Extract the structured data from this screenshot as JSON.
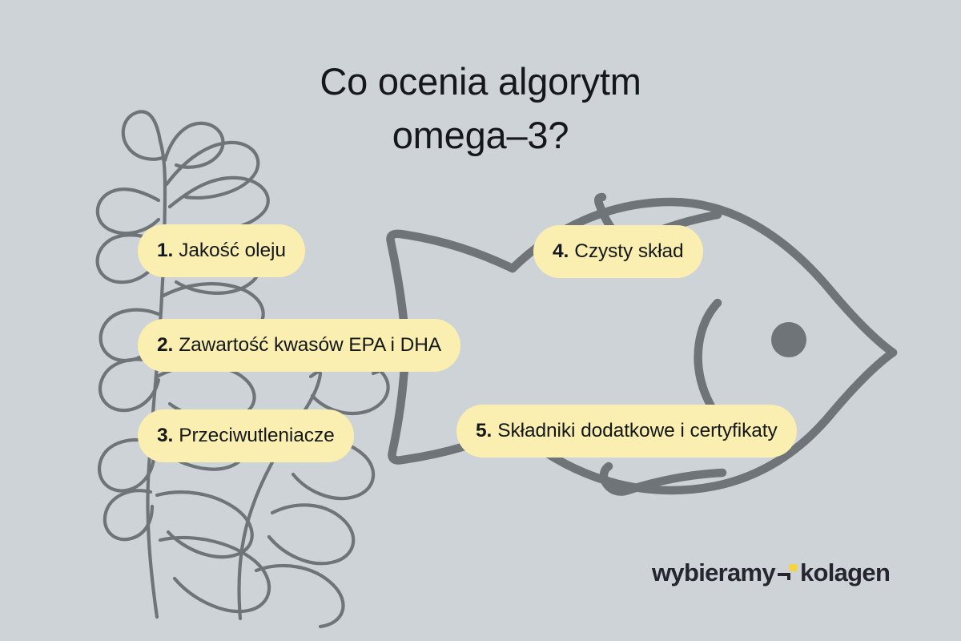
{
  "meta": {
    "language": "pl",
    "background_color": "#ced3d7",
    "accent_yellow": "#faefb0",
    "logo_yellow": "#f5d442",
    "line_art_color": "#6e7477",
    "text_color": "#14181a"
  },
  "header": {
    "title": "Co ocenia algorytm\nomega–3?",
    "title_line_1": "Co ocenia algorytm",
    "title_line_2": "omega–3?"
  },
  "criteria": [
    {
      "number": "1.",
      "label": "Jakość oleju"
    },
    {
      "number": "2.",
      "label": "Zawartość kwasów EPA i DHA"
    },
    {
      "number": "3.",
      "label": "Przeciwutleniacze"
    },
    {
      "number": "4.",
      "label": "Czysty skład"
    },
    {
      "number": "5.",
      "label": "Składniki dodatkowe i certyfikaty"
    }
  ],
  "illustration": {
    "fish_label": "fish-line-art",
    "seaweed_label": "seaweed-line-art"
  },
  "logo": {
    "word_1": "wybieramy",
    "word_2": "kolagen",
    "mark": "corner-dot-mark"
  }
}
